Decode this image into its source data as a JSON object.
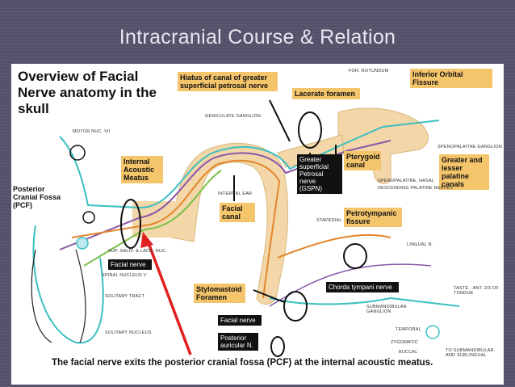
{
  "slide": {
    "title": "Intracranial Course & Relation",
    "background": "#56506a"
  },
  "figure": {
    "heading": "Overview of Facial Nerve anatomy in the skull",
    "boxes": {
      "internal_meatus": "Internal Acoustic Meatus",
      "hiatus": "Hiatus of canal of greater superficial petrosal nerve",
      "lacerate": "Lacerate foramen",
      "inferior_orbital": "Inferior Orbital Fissure",
      "facial_canal": "Facial canal",
      "pterygoid": "Pterygoid canal",
      "palatine": "Greater and lesser palatine canals",
      "petrotympanic": "Petrotympanic fissure",
      "stylomastoid": "Stylomastoid Foramen"
    },
    "dark_boxes": {
      "gspn": "Greater superficial Petrosal nerve (GSPN)",
      "facial_nerve_1": "Facial nerve",
      "chorda": "Chorda tympani nerve",
      "facial_nerve_2": "Facial nerve",
      "posterior_auricular": "Posterior auricular N."
    },
    "labels": {
      "pcf": "Posterior Cranial Fossa (PCF)",
      "motor_nuc": "MOTOR NUC. VII",
      "geniculate": "GENICULATE GANGLION",
      "for_rotundum": "FOR. ROTUNDUM",
      "spheno_ganglion": "SPENOPALATINE GANGLION",
      "spheno_nasal": "SPENOPALATINE, NASAL",
      "descending": "DESCENDING PALATINE NERVES",
      "internal_ear": "INTERNAL EAR",
      "stapedial": "STAPEDIAL",
      "sup_saliv": "SUP. SALIV. & LACR. NUC.",
      "spinal_nucleus": "SPINAL NUCLEUS V",
      "solitary_tract": "SOLITARY TRACT",
      "solitary_nucleus": "SOLITARY NUCLEUS",
      "lingual": "LINGUAL N.",
      "taste": "TASTE - ANT. 2/3 OF TONGUE",
      "submandibular_ganglion": "SUBMANDIBULAR GANGLION",
      "temporal": "TEMPORAL",
      "zygomatic": "ZYGOMATIC",
      "buccal": "BUCCAL",
      "to_submandibular": "TO SUBMANDIBULAR AND SUBLINGUAL"
    },
    "caption": "The facial nerve exits the posterior cranial fossa (PCF) at the internal acoustic meatus."
  },
  "colors": {
    "box": "#f5c56c",
    "bone": "#f3d7a8",
    "cyan_nerve": "#3bbfc0",
    "purple_nerve": "#8a56a8",
    "orange_nerve": "#e3862d",
    "arrow": "#e02020"
  }
}
